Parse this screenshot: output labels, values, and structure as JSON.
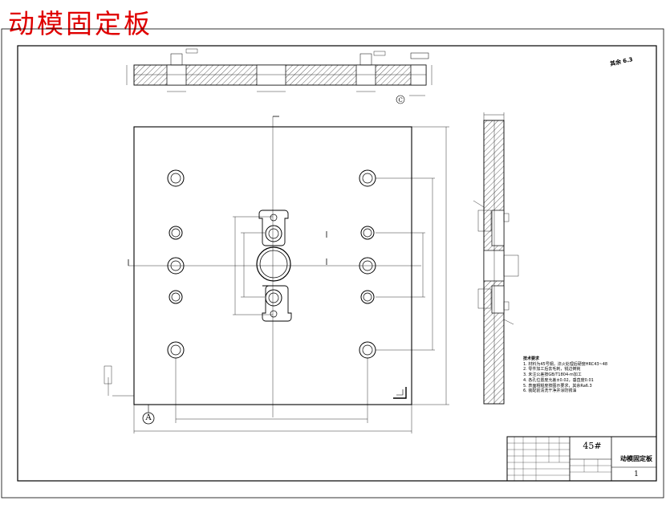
{
  "title": "动模固定板",
  "roughness_note": "其余 6.3",
  "datum_label": "A",
  "section_label": "C",
  "tech_requirements": {
    "heading": "技术要求",
    "items": [
      "1. 材料为45号钢，淬火处理后硬度HRC43~48",
      "2. 零件加工后去毛刺，锐边倒钝",
      "3. 未注公差按GB/T1804-m加工",
      "4. 各孔位置度允差±0.02，垂直度0.01",
      "5. 表面粗糙度按图示要求，其余Ra6.3",
      "6. 装配前清洗干净并涂防锈油"
    ]
  },
  "title_block": {
    "material": "45#",
    "part_name": "动模固定板",
    "sheet": "1"
  }
}
